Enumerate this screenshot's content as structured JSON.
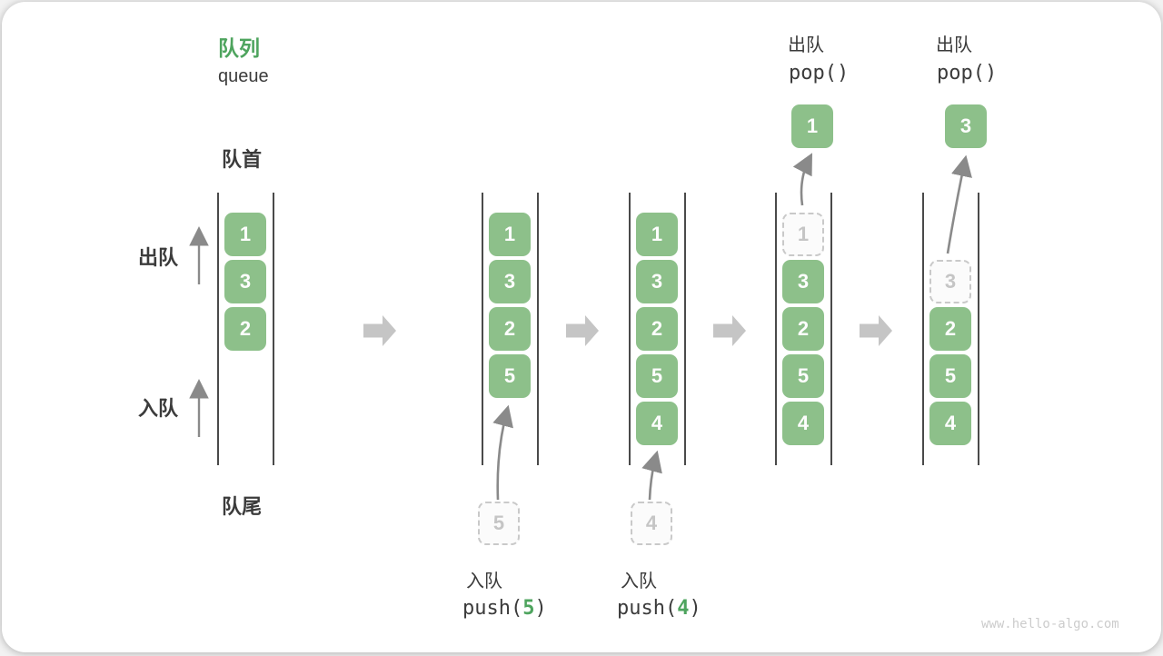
{
  "figure": {
    "title_zh": "队列",
    "title_en": "queue",
    "watermark": "www.hello-algo.com"
  },
  "labels": {
    "front": "队首",
    "rear": "队尾",
    "dequeue": "出队",
    "enqueue": "入队"
  },
  "colors": {
    "box_green": "#8dc08a",
    "accent_green": "#4ea45e",
    "dark_text": "#3b3b3b",
    "thin_arrow_gray": "#8a8a8a",
    "block_arrow_gray": "#c5c5c5",
    "dashed_border_gray": "#c9c9c9",
    "watermark_gray": "#cccccc"
  },
  "states": [
    {
      "name": "initial",
      "cells": [
        {
          "v": "1",
          "kind": "solid"
        },
        {
          "v": "3",
          "kind": "solid"
        },
        {
          "v": "2",
          "kind": "solid"
        }
      ]
    },
    {
      "name": "after-push-5",
      "cells": [
        {
          "v": "1",
          "kind": "solid"
        },
        {
          "v": "3",
          "kind": "solid"
        },
        {
          "v": "2",
          "kind": "solid"
        },
        {
          "v": "5",
          "kind": "solid"
        }
      ],
      "incoming": "5",
      "op": {
        "label": "入队",
        "fn": "push(",
        "arg": "5",
        "close": ")"
      }
    },
    {
      "name": "after-push-4",
      "cells": [
        {
          "v": "1",
          "kind": "solid"
        },
        {
          "v": "3",
          "kind": "solid"
        },
        {
          "v": "2",
          "kind": "solid"
        },
        {
          "v": "5",
          "kind": "solid"
        },
        {
          "v": "4",
          "kind": "solid"
        }
      ],
      "incoming": "4",
      "op": {
        "label": "入队",
        "fn": "push(",
        "arg": "4",
        "close": ")"
      }
    },
    {
      "name": "after-pop-1",
      "cells": [
        {
          "v": "1",
          "kind": "dashed"
        },
        {
          "v": "3",
          "kind": "solid"
        },
        {
          "v": "2",
          "kind": "solid"
        },
        {
          "v": "5",
          "kind": "solid"
        },
        {
          "v": "4",
          "kind": "solid"
        }
      ],
      "outgoing": "1",
      "op": {
        "label": "出队",
        "fn": "pop()"
      }
    },
    {
      "name": "after-pop-3",
      "cells": [
        {
          "v": "3",
          "kind": "dashed"
        },
        {
          "v": "2",
          "kind": "solid"
        },
        {
          "v": "5",
          "kind": "solid"
        },
        {
          "v": "4",
          "kind": "solid"
        }
      ],
      "outgoing": "3",
      "op": {
        "label": "出队",
        "fn": "pop()"
      }
    }
  ]
}
